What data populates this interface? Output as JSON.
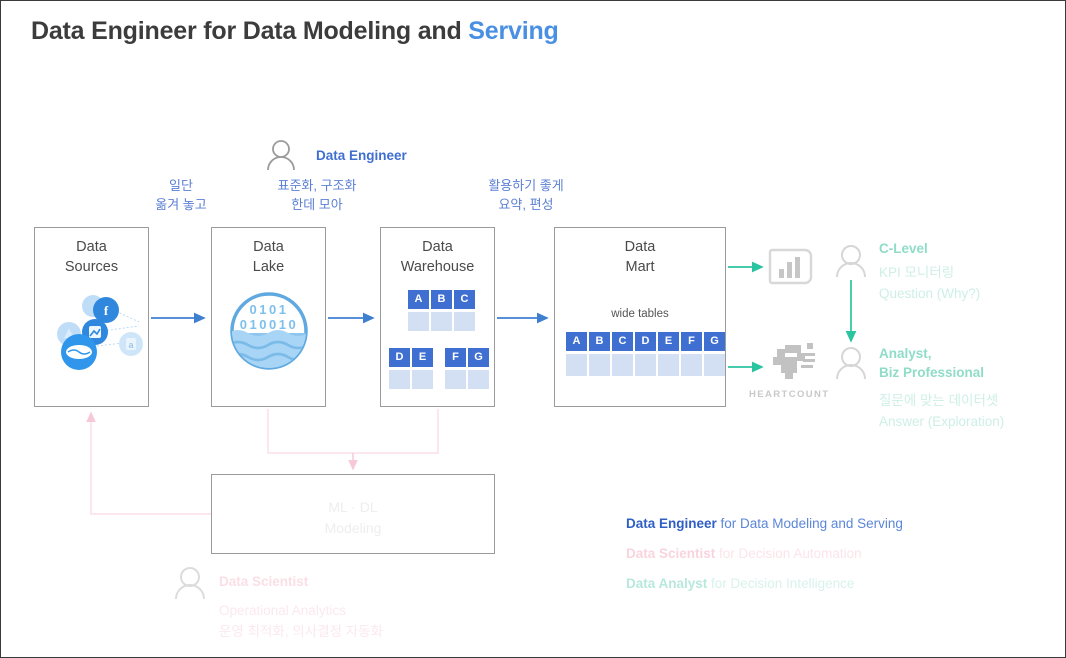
{
  "page": {
    "title_main": "Data Engineer for Data Modeling and ",
    "title_accent": "Serving"
  },
  "colors": {
    "accent_blue": "#4a90e2",
    "arrow_blue": "#3f7fd0",
    "arrow_teal": "#2bc4a0",
    "arrow_pink": "#fad6e0",
    "cell_blue": "#3f6fd0",
    "cell_light": "#d3e0f3"
  },
  "flow": {
    "engineer_badge": {
      "icon": "person-icon",
      "label": "Data Engineer"
    },
    "captions": [
      {
        "line1": "일단",
        "line2": "옮겨 놓고"
      },
      {
        "line1": "표준화, 구조화",
        "line2": "한데 모아"
      },
      {
        "line1": "활용하기 좋게",
        "line2": "요약, 편성"
      }
    ],
    "stages": [
      {
        "name": "data-sources",
        "line1": "Data",
        "line2": "Sources"
      },
      {
        "name": "data-lake",
        "line1": "Data",
        "line2": "Lake"
      },
      {
        "name": "data-warehouse",
        "line1": "Data",
        "line2": "Warehouse"
      },
      {
        "name": "data-mart",
        "line1": "Data",
        "line2": "Mart"
      }
    ]
  },
  "data_lake": {
    "binary_row1": "0101",
    "binary_row2": "010010"
  },
  "warehouse": {
    "group1": [
      "A",
      "B",
      "C"
    ],
    "group2a": [
      "D",
      "E"
    ],
    "group2b": [
      "F",
      "G"
    ]
  },
  "mart": {
    "wide_tables_label": "wide tables",
    "columns": [
      "A",
      "B",
      "C",
      "D",
      "E",
      "F",
      "G"
    ]
  },
  "ml_box": {
    "line1": "ML · DL",
    "line2": "Modeling"
  },
  "tools": {
    "bi_icon": "bar-chart-report-icon",
    "heartcount_icon": "heartcount-logo-icon",
    "heartcount_label": "HEARTCOUNT"
  },
  "personas": {
    "c_level": {
      "icon": "person-icon",
      "title": "C-Level",
      "sub1": "KPI 모니터링",
      "sub2": "Question  (Why?)"
    },
    "analyst": {
      "icon": "person-icon",
      "title1": "Analyst,",
      "title2": "Biz Professional",
      "sub1": "질문에 맞는 데이터셋",
      "sub2": "Answer (Exploration)"
    },
    "data_scientist": {
      "icon": "person-icon",
      "title": "Data Scientist",
      "sub1": "Operational Analytics",
      "sub2": "운영 최적화, 의사결정 자동화"
    }
  },
  "legend": [
    {
      "role": "Data Engineer",
      "rest": " for Data Modeling and Serving"
    },
    {
      "role": "Data Scientist",
      "rest": " for Decision Automation"
    },
    {
      "role": "Data Analyst",
      "rest": " for Decision Intelligence"
    }
  ]
}
